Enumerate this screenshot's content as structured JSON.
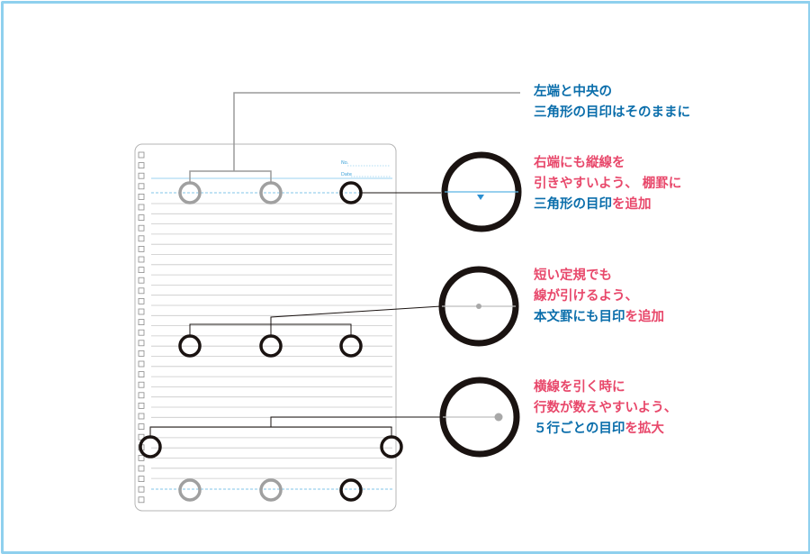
{
  "colors": {
    "blue_text": "#0b6eab",
    "pink_text": "#e8486b",
    "frame": "#8fd0ee",
    "ring_dark": "#1a1311",
    "ring_gray": "#a0a0a0",
    "ruled_line": "#c8c8c8",
    "header_line": "#9bd3f0"
  },
  "paper": {
    "header_labels": {
      "no": "No.",
      "date": "Date"
    }
  },
  "callouts": [
    {
      "lines": [
        [
          {
            "text": "左端と中央の",
            "color": "blue"
          }
        ],
        [
          {
            "text": "三角形の目印はそのままに",
            "color": "blue"
          }
        ]
      ]
    },
    {
      "lines": [
        [
          {
            "text": "右端にも縦線を",
            "color": "pink"
          }
        ],
        [
          {
            "text": "引きやすいよう、 棚罫に",
            "color": "pink"
          }
        ],
        [
          {
            "text": "三角形の目印",
            "color": "blue"
          },
          {
            "text": "を追加",
            "color": "pink"
          }
        ]
      ]
    },
    {
      "lines": [
        [
          {
            "text": "短い定規でも",
            "color": "pink"
          }
        ],
        [
          {
            "text": "線が引けるよう、",
            "color": "pink"
          }
        ],
        [
          {
            "text": "本文罫にも目印",
            "color": "blue"
          },
          {
            "text": "を追加",
            "color": "pink"
          }
        ]
      ]
    },
    {
      "lines": [
        [
          {
            "text": "横線を引く時に",
            "color": "pink"
          }
        ],
        [
          {
            "text": "行数が数えやすいよう、",
            "color": "pink"
          }
        ],
        [
          {
            "text": "５行ごとの目印",
            "color": "blue"
          },
          {
            "text": "を拡大",
            "color": "pink"
          }
        ]
      ]
    }
  ]
}
